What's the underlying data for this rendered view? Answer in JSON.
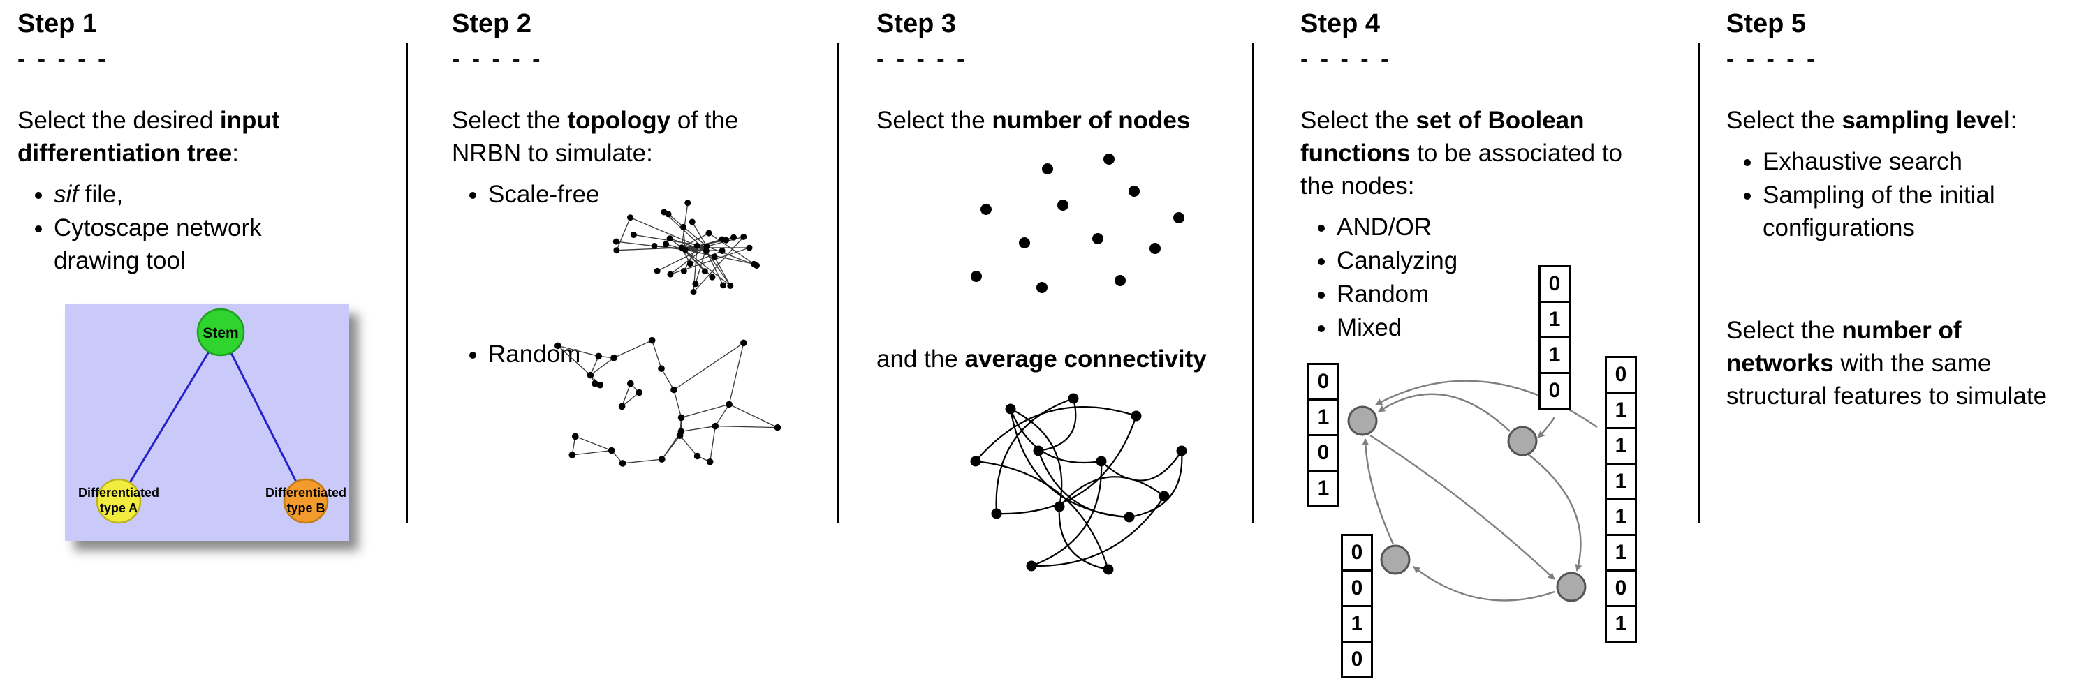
{
  "steps": [
    {
      "title": "Step 1",
      "dashes": "- - - - -",
      "intro": {
        "pre": "Select the desired ",
        "bold": "input differentiation tree",
        "post": ":"
      },
      "bullets": {
        "b1_italic": "sif",
        "b1_rest": " file,",
        "b2": "Cytoscape network drawing tool"
      },
      "tree": {
        "stem": "Stem",
        "a1": "Differentiated",
        "a2": "type A",
        "b1": "Differentiated",
        "b2": "type B",
        "colors": {
          "bg": "#c9c9fa",
          "edge": "#2323c8",
          "stem": "#2fd42f",
          "stem_stroke": "#1f9e1f",
          "type_a": "#f2ec3e",
          "type_a_stroke": "#bdb31d",
          "type_b": "#f49b2d",
          "type_b_stroke": "#c27a12"
        }
      }
    },
    {
      "title": "Step 2",
      "dashes": "- - - - -",
      "intro": {
        "pre": "Select the ",
        "bold": "topology",
        "post": " of the NRBN to simulate:"
      },
      "bullets": {
        "b1": "Scale-free",
        "b2": "Random"
      }
    },
    {
      "title": "Step 3",
      "dashes": "- - - - -",
      "line1": {
        "pre": "Select the ",
        "bold": "number of nodes",
        "post": ""
      },
      "line2": {
        "pre": "and the ",
        "bold": "average connectivity",
        "post": ""
      }
    },
    {
      "title": "Step 4",
      "dashes": "- - - - -",
      "intro": {
        "pre": "Select the ",
        "bold": "set of Boolean functions",
        "post": " to be associated to the nodes:"
      },
      "bullets": {
        "b1": "AND/OR",
        "b2": "Canalyzing",
        "b3": "Random",
        "b4": "Mixed"
      },
      "tables": {
        "top": [
          "0",
          "1",
          "1",
          "0"
        ],
        "left": [
          "0",
          "1",
          "0",
          "1"
        ],
        "bottom_left": [
          "0",
          "0",
          "1",
          "0"
        ],
        "right": [
          "0",
          "1",
          "1",
          "1",
          "1",
          "1",
          "0",
          "1"
        ]
      },
      "colors": {
        "node_fill": "#ababab",
        "node_stroke": "#555555",
        "edge": "#7f7f7f"
      }
    },
    {
      "title": "Step 5",
      "dashes": "- - - - -",
      "intro": {
        "pre": "Select the ",
        "bold": "sampling level",
        "post": ":"
      },
      "bullets": {
        "b1": "Exhaustive search",
        "b2": "Sampling of the initial configurations"
      },
      "para2": {
        "pre": "Select the ",
        "bold1": "number of",
        "bold2": "networks",
        "post": " with the same structural features to simulate"
      }
    }
  ]
}
